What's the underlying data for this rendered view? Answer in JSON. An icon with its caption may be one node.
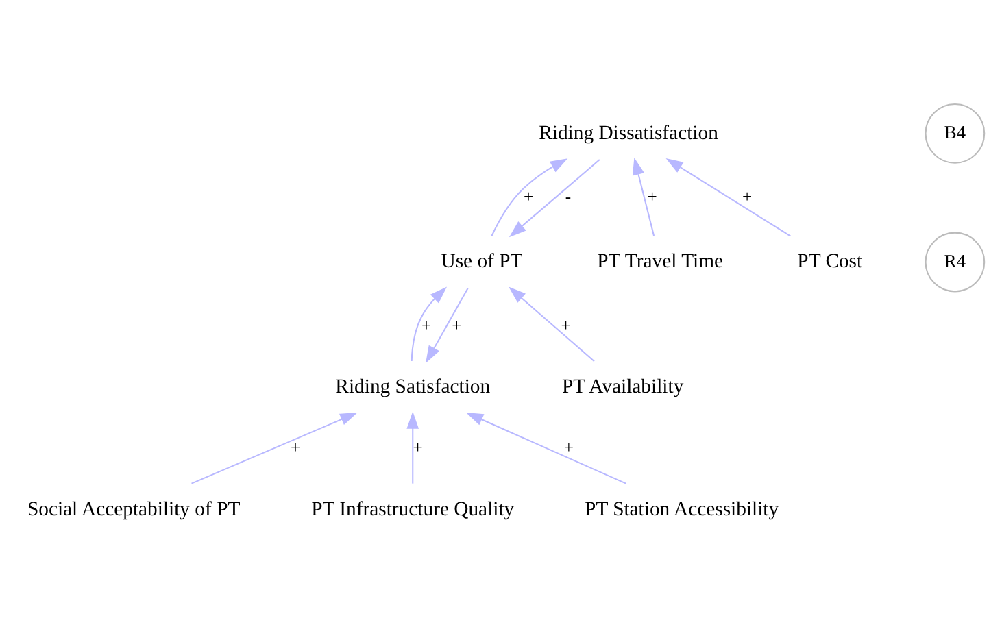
{
  "diagram": {
    "nodes": [
      {
        "text": [
          "Social Acceptability of PT"
        ]
      },
      {
        "text": [
          "Riding Satisfaction"
        ]
      },
      {
        "text": [
          "PT Infrastructure Quality"
        ]
      },
      {
        "text": [
          "PT Station Accessibility"
        ]
      },
      {
        "text": [
          "Use of PT"
        ]
      },
      {
        "text": [
          "PT Availability"
        ]
      },
      {
        "text": [
          "Riding Dissatisfaction"
        ]
      },
      {
        "text": [
          "PT Travel Time"
        ]
      },
      {
        "text": [
          "PT Cost"
        ]
      }
    ],
    "edges": [
      {
        "from": 0,
        "to": 1,
        "arrow": "to",
        "label": "+"
      },
      {
        "from": 3,
        "to": 1,
        "arrow": "to",
        "label": "+"
      },
      {
        "from": 2,
        "to": 1,
        "arrow": "to",
        "label": "+"
      },
      {
        "from": 4,
        "to": 1,
        "arrow": "to",
        "label": "+"
      },
      {
        "from": 1,
        "to": 4,
        "arrow": "to",
        "label": "+"
      },
      {
        "from": 5,
        "to": 4,
        "arrow": "to",
        "label": "+"
      },
      {
        "from": 6,
        "to": 4,
        "arrow": "to",
        "label": "-"
      },
      {
        "from": 4,
        "to": 6,
        "arrow": "to",
        "label": "+"
      },
      {
        "from": 7,
        "to": 6,
        "arrow": "to",
        "label": "+"
      },
      {
        "from": 8,
        "to": 6,
        "arrow": "to",
        "label": "+"
      }
    ],
    "labels": [
      "R4",
      "B4"
    ]
  }
}
